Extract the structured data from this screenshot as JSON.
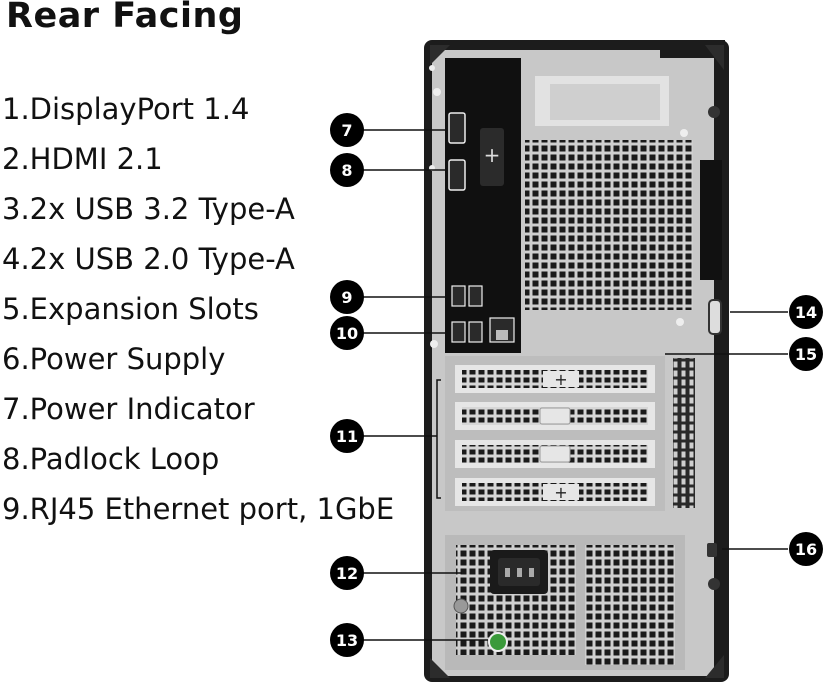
{
  "title": "Rear Facing",
  "specs": [
    "1.DisplayPort 1.4",
    "2.HDMI 2.1",
    "3.2x USB 3.2 Type-A",
    "4.2x USB 2.0 Type-A",
    "5.Expansion Slots",
    "6.Power Supply",
    "7.Power Indicator",
    "8.Padlock Loop",
    "9.RJ45 Ethernet port, 1GbE"
  ],
  "callouts": [
    "7",
    "8",
    "9",
    "10",
    "11",
    "12",
    "13",
    "14",
    "15",
    "16"
  ],
  "colors": {
    "chassis_black": "#1a1a1a",
    "chassis_silver": "#c9c9c9",
    "callout_fill": "#000000",
    "power_led": "#3a9a3a"
  }
}
